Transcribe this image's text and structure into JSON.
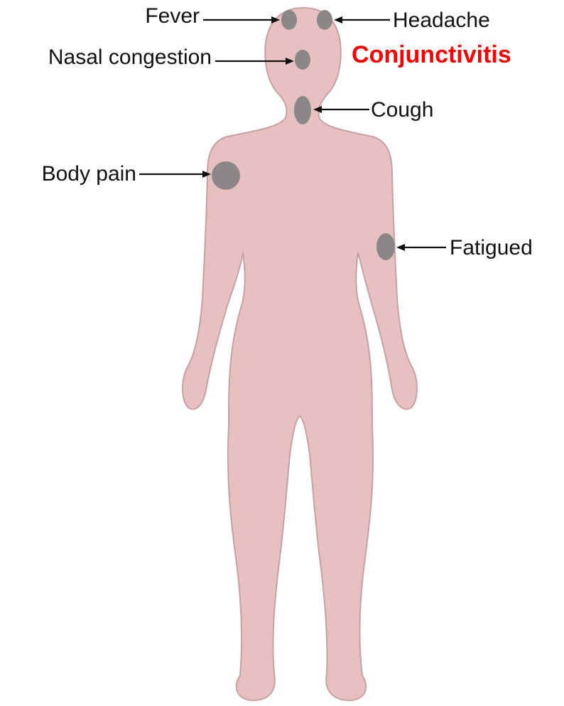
{
  "colors": {
    "body_fill": "#e7c1c1",
    "spot": "#8c8787",
    "highlight_text": "#ff0000",
    "label_text": "#111111"
  },
  "labels": {
    "fever": "Fever",
    "headache": "Headache",
    "nasal_congestion": "Nasal congestion",
    "conjunctivitis": "Conjunctivitis",
    "cough": "Cough",
    "body_pain": "Body pain",
    "fatigued": "Fatigued"
  }
}
